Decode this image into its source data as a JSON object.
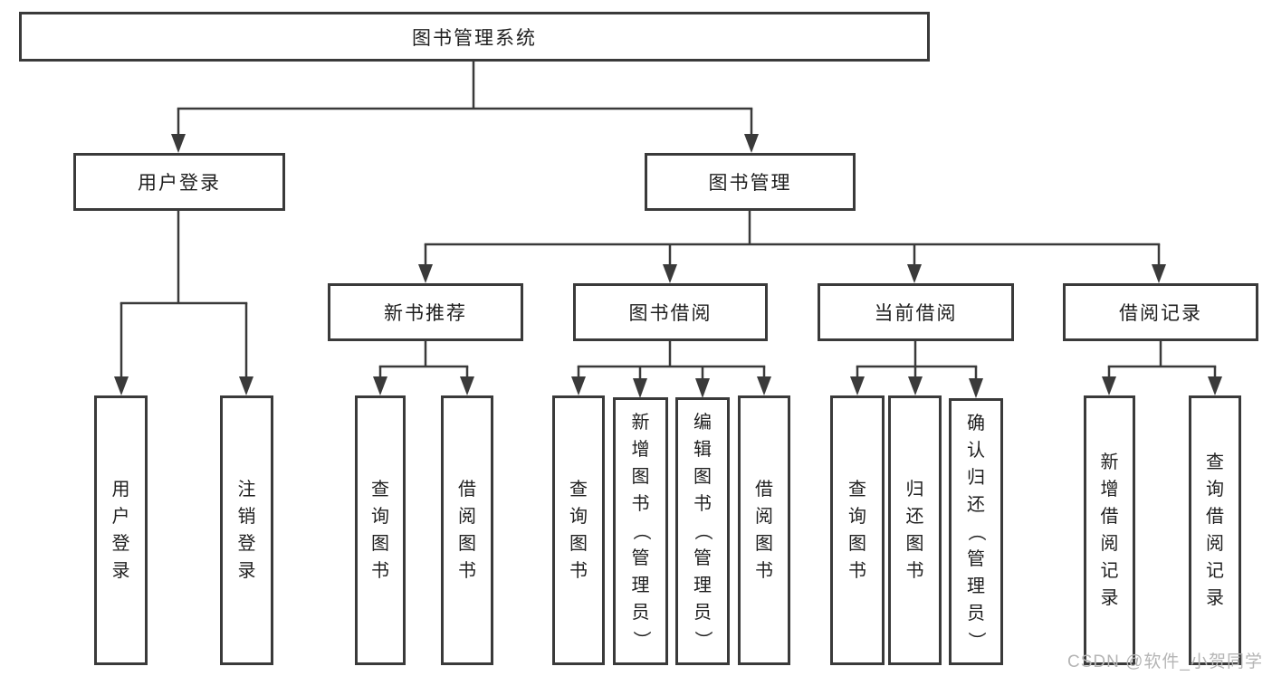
{
  "diagram_type": "hierarchy-tree",
  "colors": {
    "line": "#3a3a3a",
    "box_border": "#3a3a3a",
    "box_fill": "#ffffff",
    "text": "#1f1f1f",
    "watermark": "#b5b5b5"
  },
  "tree": {
    "root": {
      "label": "图书管理系统",
      "children": [
        {
          "label": "用户登录",
          "children": [
            {
              "label": "用户登录"
            },
            {
              "label": "注销登录"
            }
          ]
        },
        {
          "label": "图书管理",
          "children": [
            {
              "label": "新书推荐",
              "children": [
                {
                  "label": "查询图书"
                },
                {
                  "label": "借阅图书"
                }
              ]
            },
            {
              "label": "图书借阅",
              "children": [
                {
                  "label": "查询图书"
                },
                {
                  "label": "新增图书（管理员）"
                },
                {
                  "label": "编辑图书（管理员）"
                },
                {
                  "label": "借阅图书"
                }
              ]
            },
            {
              "label": "当前借阅",
              "children": [
                {
                  "label": "查询图书"
                },
                {
                  "label": "归还图书"
                },
                {
                  "label": "确认归还（管理员）"
                }
              ]
            },
            {
              "label": "借阅记录",
              "children": [
                {
                  "label": "新增借阅记录"
                },
                {
                  "label": "查询借阅记录"
                }
              ]
            }
          ]
        }
      ]
    }
  },
  "watermark": {
    "text": "CSDN @软件_小贺同学"
  }
}
